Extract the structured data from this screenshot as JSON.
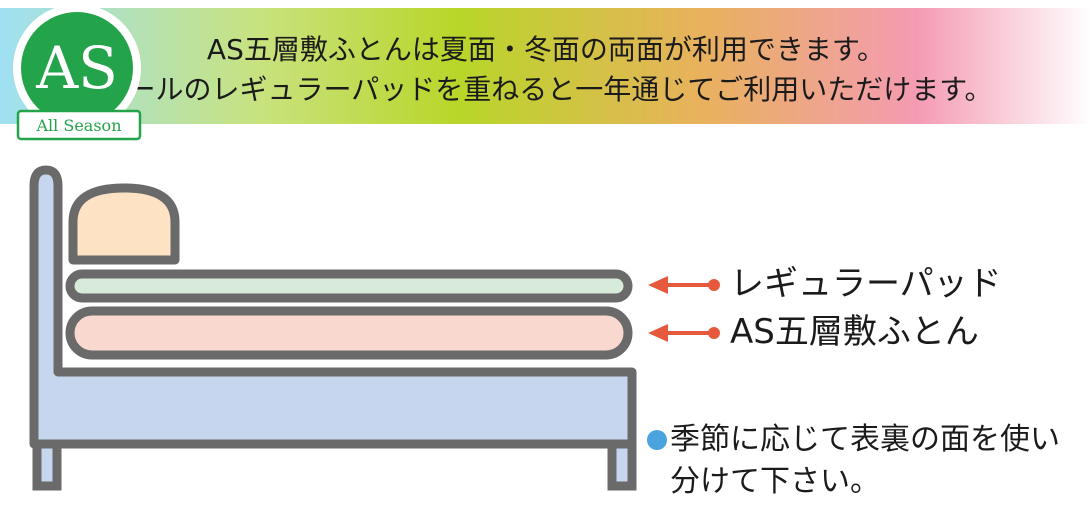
{
  "badge": {
    "logo_text": "AS",
    "caption": "All Season"
  },
  "header": {
    "line1": "AS五層敷ふとんは夏面・冬面の両面が利用できます。",
    "line2": "ウールのレギュラーパッドを重ねると一年通じてご利用いただけます。"
  },
  "labels": {
    "pad": "レギュラーパッド",
    "futon": "AS五層敷ふとん"
  },
  "note": {
    "line1": "季節に応じて表裏の面を使い",
    "line2": "分けて下さい。"
  },
  "colors": {
    "bed_frame": "#c7d6ef",
    "outline": "#6a6a6a",
    "pillow": "#fde2c3",
    "pad": "#d8ead9",
    "futon": "#f9d8d0",
    "arrow": "#e55a3c",
    "note_bullet": "#4aa3df",
    "badge_green": "#23a34a"
  }
}
